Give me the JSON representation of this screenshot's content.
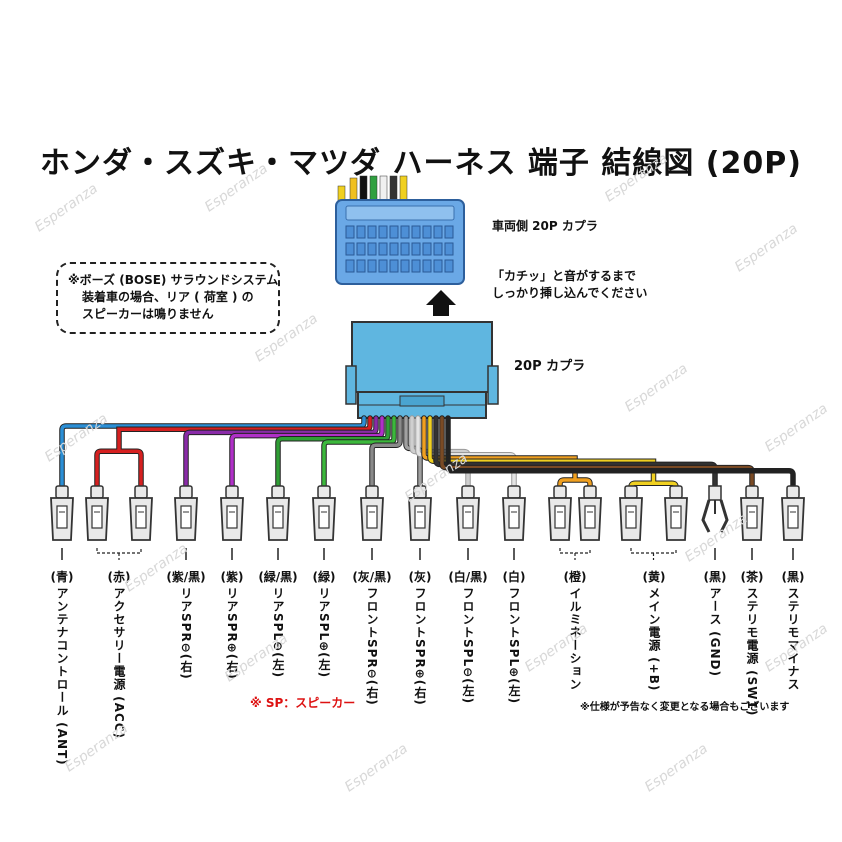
{
  "title": "ホンダ・スズキ・マツダ ハーネス 端子 結線図 (20P)",
  "notes": {
    "bose_box": [
      "※ボーズ (BOSE) サラウンドシステム",
      "装着車の場合、リア ( 荷室 ) の",
      "スピーカーは鳴りません"
    ],
    "vehicle_connector": "車両側 20P カプラ",
    "click_note": [
      "「カチッ」と音がするまで",
      "しっかり挿し込んでください"
    ],
    "harness_connector": "20P カプラ",
    "sp_note": "※ SP：スピーカー",
    "spec_note": "※仕様が予告なく変更となる場合もございます"
  },
  "watermark": "Esperanza",
  "wires": [
    {
      "color": "(青)",
      "func": "アンテナコントロール (ANT)",
      "hex": "#2b8fd6"
    },
    {
      "color": "(赤)",
      "func": "アクセサリー電源 (ACC)",
      "hex": "#d62020"
    },
    {
      "color": "(紫/黒)",
      "func": "リアSPR⊖(右)",
      "hex": "#8a2ba8"
    },
    {
      "color": "(紫)",
      "func": "リアSPR⊕(右)",
      "hex": "#b030c8"
    },
    {
      "color": "(緑/黒)",
      "func": "リアSPL⊖(左)",
      "hex": "#2f9e35"
    },
    {
      "color": "(緑)",
      "func": "リアSPL⊕(左)",
      "hex": "#3cb83c"
    },
    {
      "color": "(灰/黒)",
      "func": "フロントSPR⊖(右)",
      "hex": "#8a8a8a"
    },
    {
      "color": "(灰)",
      "func": "フロントSPR⊕(右)",
      "hex": "#a0a0a0"
    },
    {
      "color": "(白/黒)",
      "func": "フロントSPL⊖(左)",
      "hex": "#cfcfcf"
    },
    {
      "color": "(白)",
      "func": "フロントSPL⊕(左)",
      "hex": "#e4e4e4"
    },
    {
      "color": "(橙)",
      "func": "イルミネーション",
      "hex": "#f0a020"
    },
    {
      "color": "(黄)",
      "func": "メイン電源 (+B)",
      "hex": "#f0d020"
    },
    {
      "color": "(黒)",
      "func": "アース (GND)",
      "hex": "#333333"
    },
    {
      "color": "(茶)",
      "func": "ステリモ電源 (SW1)",
      "hex": "#7a4a24"
    },
    {
      "color": "(黒)",
      "func": "ステリモマイナス",
      "hex": "#222222"
    }
  ],
  "colors": {
    "connector_body": "#5fb6e0",
    "vehicle_connector": "#6aa8e6",
    "terminal_fill": "#e9e9e9",
    "terminal_stroke": "#333333"
  }
}
